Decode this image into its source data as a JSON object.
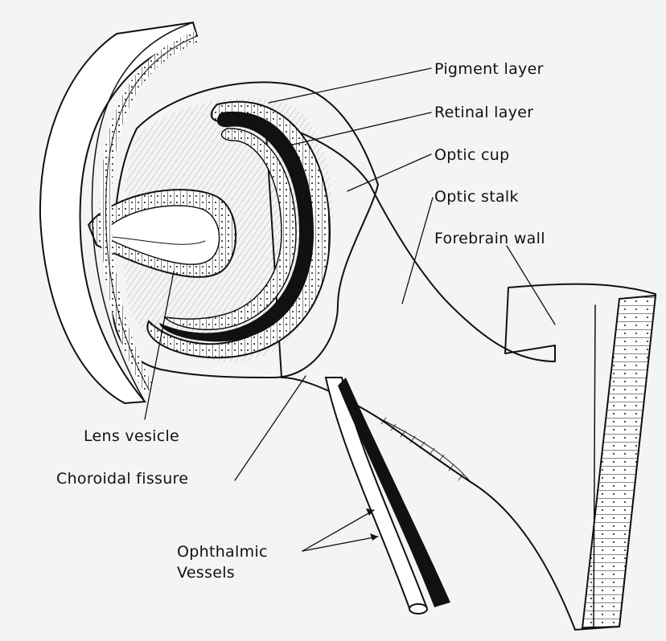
{
  "labels": {
    "pigment_layer": "Pigment layer",
    "retinal_layer": "Retinal layer",
    "optic_cup": "Optic cup",
    "optic_stalk": "Optic stalk",
    "forebrain_wall": "Forebrain wall",
    "lens_vesicle": "Lens vesicle",
    "choroidal_fissure": "Choroidal fissure",
    "ophthalmic_line1": "Ophthalmic",
    "ophthalmic_line2": "Vessels"
  },
  "colors": {
    "background": "#f4f4f4",
    "ink": "#111111",
    "paper": "#ffffff"
  }
}
